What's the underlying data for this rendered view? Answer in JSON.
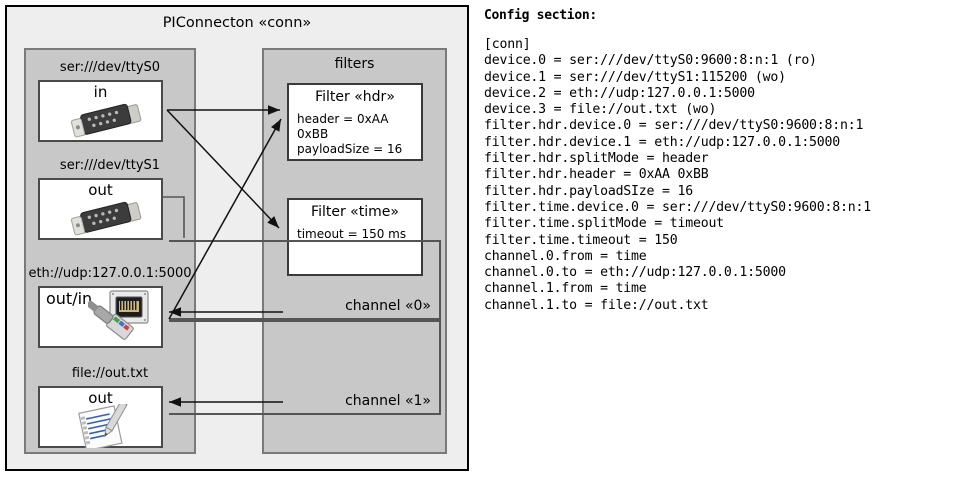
{
  "diagram": {
    "title": "PIConnecton «conn»",
    "devices_panel": {
      "name": "devices",
      "items": [
        {
          "label": "ser:///dev/ttyS0",
          "io": "in",
          "icon": "serial-port-icon"
        },
        {
          "label": "ser:///dev/ttyS1",
          "io": "out",
          "icon": "serial-port-icon"
        },
        {
          "label": "eth://udp:127.0.0.1:5000",
          "io": "out/in",
          "icon": "ethernet-jack-icon"
        },
        {
          "label": "file://out.txt",
          "io": "out",
          "icon": "text-document-icon"
        }
      ]
    },
    "filters_panel": {
      "title": "filters",
      "filters": [
        {
          "title": "Filter «hdr»",
          "props": [
            "header = 0xAA 0xBB",
            "payloadSize = 16"
          ]
        },
        {
          "title": "Filter «time»",
          "props": [
            "timeout = 150 ms"
          ]
        }
      ],
      "channels": [
        {
          "label": "channel «0»"
        },
        {
          "label": "channel «1»"
        }
      ]
    }
  },
  "config": {
    "heading": "Config section:",
    "text": "[conn]\ndevice.0 = ser:///dev/ttyS0:9600:8:n:1 (ro)\ndevice.1 = ser:///dev/ttyS1:115200 (wo)\ndevice.2 = eth://udp:127.0.0.1:5000\ndevice.3 = file://out.txt (wo)\nfilter.hdr.device.0 = ser:///dev/ttyS0:9600:8:n:1\nfilter.hdr.device.1 = eth://udp:127.0.0.1:5000\nfilter.hdr.splitMode = header\nfilter.hdr.header = 0xAA 0xBB\nfilter.hdr.payloadSIze = 16\nfilter.time.device.0 = ser:///dev/ttyS0:9600:8:n:1\nfilter.time.splitMode = timeout\nfilter.time.timeout = 150\nchannel.0.from = time\nchannel.0.to = eth://udp:127.0.0.1:5000\nchannel.1.from = time\nchannel.1.to = file://out.txt"
  },
  "colors": {
    "panel_bg": "#c8c8c8",
    "frame_bg": "#eeeeee",
    "box_bg": "#ffffff",
    "stroke": "#000000"
  }
}
